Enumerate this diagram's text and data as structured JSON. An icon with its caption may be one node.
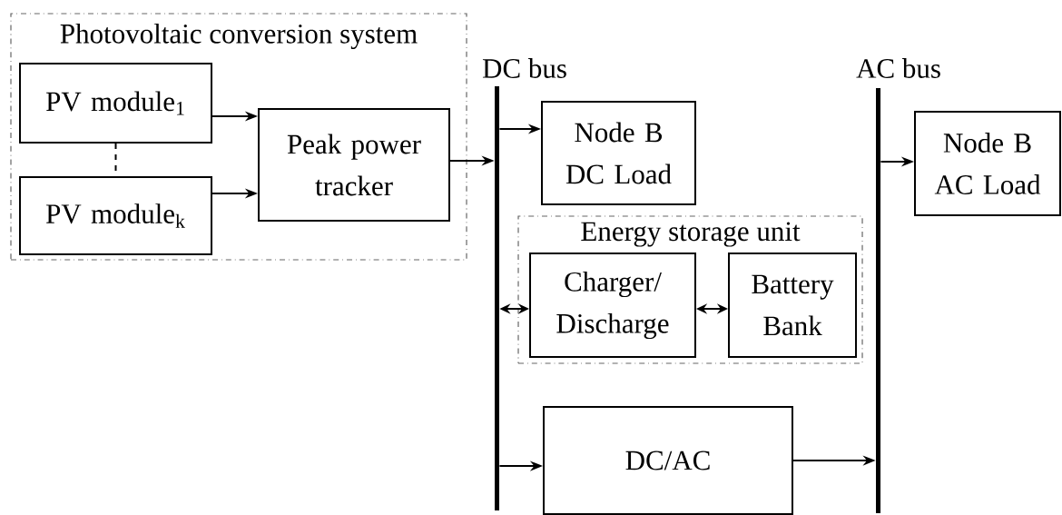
{
  "diagram": {
    "nodes": [
      {
        "text": [
          "Photovoltaic conversion system"
        ]
      },
      {
        "text": [
          "PV module$_{1}$"
        ],
        "in": 0
      },
      {
        "text": [
          "PV module$_{k}$"
        ],
        "in": 0
      },
      {
        "text": [
          "Peak power tracker"
        ],
        "in": 0
      },
      {
        "text": [
          "DC bus"
        ]
      },
      {
        "text": [
          "Node B DC Load"
        ]
      },
      {
        "text": [
          "Energy storage unit"
        ]
      },
      {
        "text": [
          "Charger/ Discharge"
        ],
        "in": 6
      },
      {
        "text": [
          "Battery Bank"
        ],
        "in": 6
      },
      {
        "text": [
          "DC/AC"
        ]
      },
      {
        "text": [
          "AC bus"
        ]
      },
      {
        "text": [
          "Node B AC Load"
        ]
      }
    ],
    "edges": [
      {
        "from": 1,
        "to": 3,
        "arrow": "to"
      },
      {
        "from": 2,
        "to": 3,
        "arrow": "to"
      },
      {
        "from": 1,
        "to": 2,
        "arrow": "none",
        "style": "dashed"
      },
      {
        "from": 3,
        "to": 4,
        "arrow": "to"
      },
      {
        "from": 4,
        "to": 5,
        "arrow": "to"
      },
      {
        "from": 4,
        "to": 7,
        "arrow": "both"
      },
      {
        "from": 7,
        "to": 8,
        "arrow": "both"
      },
      {
        "from": 4,
        "to": 9,
        "arrow": "to"
      },
      {
        "from": 9,
        "to": 10,
        "arrow": "to"
      },
      {
        "from": 10,
        "to": 11,
        "arrow": "to"
      }
    ]
  }
}
